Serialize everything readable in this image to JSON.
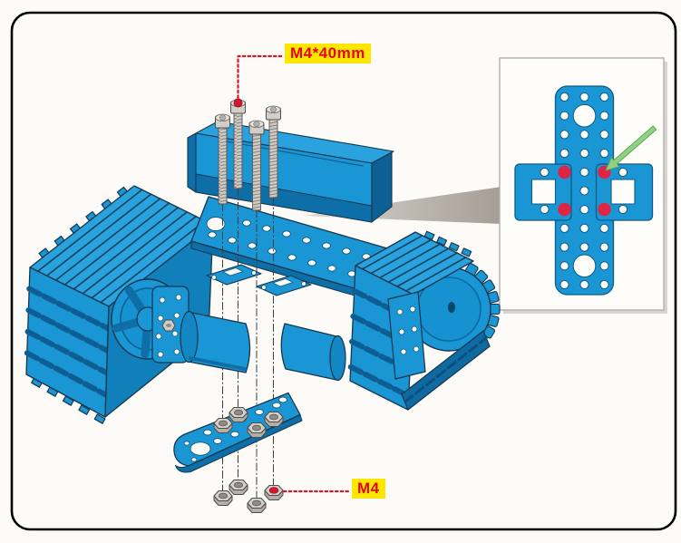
{
  "figure": {
    "kind": "exploded assembly instruction diagram",
    "background": "#fcfbf7",
    "frame_color": "#000000"
  },
  "callouts": {
    "screw_label": "M4*40mm",
    "nut_label": "M4",
    "label_background": "#ffe600",
    "label_text_color": "#e30613",
    "leader_color": "#d6182c"
  },
  "hardware": {
    "screw_count": 4,
    "screw_spec": "M4*40mm",
    "nut_count": 8,
    "nut_spec": "M4"
  },
  "detail_panel": {
    "highlighted_holes": 4,
    "highlight_color": "#e02444",
    "arrow_color": "#90d283"
  },
  "parts_palette": {
    "part_blue": "#1b96d4",
    "part_blue_dark": "#1180ba",
    "part_blue_deep": "#0e6ea8",
    "metal_gray": "#d2cec9",
    "outline": "#16364d",
    "zoom_wedge_gray": "#a69d96"
  }
}
